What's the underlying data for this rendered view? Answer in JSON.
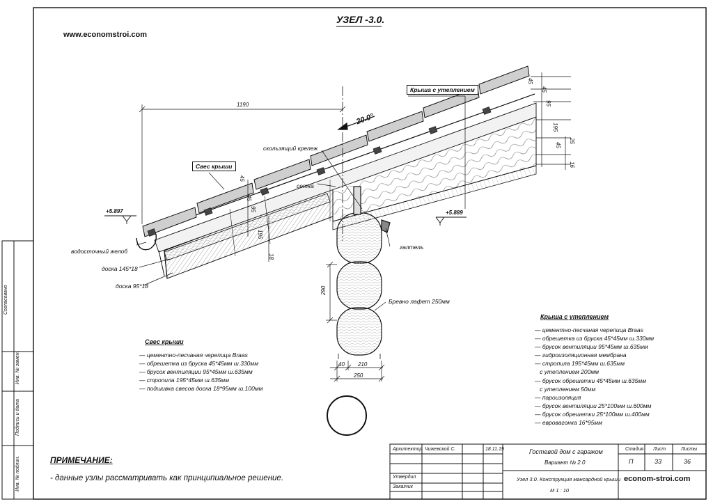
{
  "title": "УЗЕЛ -3.0.",
  "watermark_top": "www.economstroi.com",
  "dimensions": {
    "overhang_length": "1190",
    "slope": "20.0°",
    "elev_left": "+5.897",
    "elev_right": "+5.889",
    "log_height": "290",
    "dim_40": "40",
    "dim_210": "210",
    "dim_250": "250",
    "top_45": "45",
    "top_95": "95",
    "top_195": "195",
    "side_45": "45",
    "side_45b": "45",
    "side_25": "25",
    "side_16": "16",
    "ov_45": "45",
    "ov_45b": "45",
    "ov_95": "95",
    "ov_195": "195",
    "ov_18": "18"
  },
  "callouts": {
    "roof_insulated": "Крыша с утеплением",
    "overhang": "Свес крыши"
  },
  "labels": {
    "sliding_fastener": "скользящий крепеж",
    "mesh": "сетка",
    "gutter": "водосточный желоб",
    "board_145": "доска 145*18",
    "board_95": "доска 95*18",
    "caulk": "галтель",
    "log": "Бревно лафет 250мм"
  },
  "spec_overhang": {
    "title": "Свес крыши",
    "items": [
      "цементно-песчаная черепица Braas",
      "обрешетка из бруска 45*45мм ш.330мм",
      "брусок вентиляции 95*45мм ш.635мм",
      "стропила 195*45мм ш.635мм",
      "подшивка свесов доска 18*95мм ш.100мм"
    ]
  },
  "spec_roof": {
    "title": "Крыша с утеплением",
    "items": [
      "цементно-песчаная черепица Braas",
      "обрешетка из бруска 45*45мм ш.330мм",
      "брусок вентиляции 95*45мм ш.635мм",
      "гидроизоляционная мембрана",
      "стропила 195*45мм ш.635мм",
      "с утеплением 200мм",
      "брусок обрешетки 45*45мм ш.635мм",
      "с утеплением 50мм",
      "пароизоляция",
      "брусок вентиляции 25*100мм ш.600мм",
      "брусок обрешетки 25*100мм ш.400мм",
      "евровагонка 16*95мм"
    ]
  },
  "note": {
    "title": "ПРИМЕЧАНИЕ:",
    "text": "- данные узлы рассматривать как принципиальное решение."
  },
  "side_stamp": {
    "approved": "Согласовано",
    "inv_replace": "Инв. № замен.",
    "sign_date": "Подпись и дата",
    "inv_orig": "Инв. № подлин."
  },
  "titleblock": {
    "role_architect": "Архитектор",
    "architect_name": "Чижевской С.",
    "date": "18.11.19",
    "role_approved": "Утвердил",
    "role_customer": "Заказчик",
    "project": "Гостевой дом с гаражом",
    "variant": "Вариант № 2.0",
    "sheet_title": "Узел 3.0. Конструкция мансардной крыши",
    "scale": "М  1 : 10",
    "stage_h": "Стадия",
    "sheet_h": "Лист",
    "sheets_h": "Листы",
    "stage": "П",
    "sheet": "33",
    "sheets": "36",
    "site": "econom-stroi.com"
  }
}
